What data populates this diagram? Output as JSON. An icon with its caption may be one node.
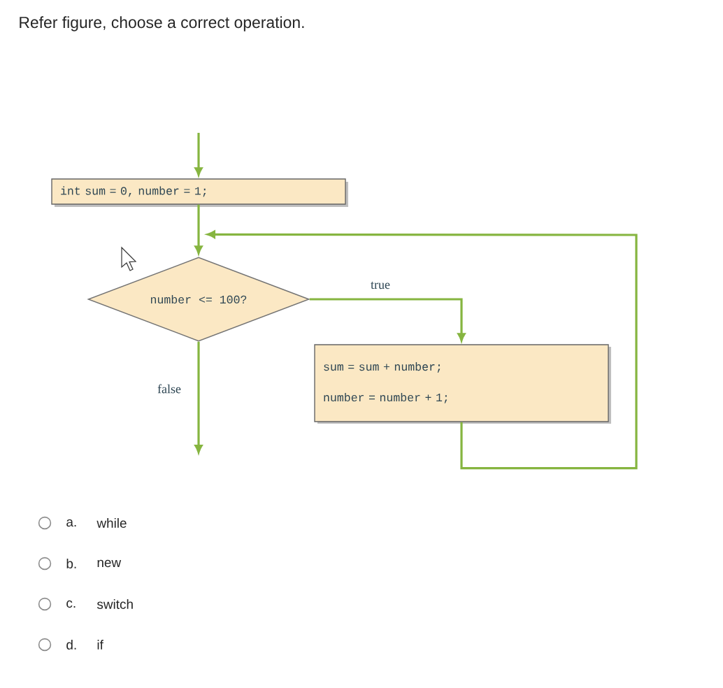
{
  "diagram": {
    "title": "Refer figure, choose a correct operation.",
    "nodes": [
      {
        "text": [
          "int sum = 0, number = 1;"
        ]
      },
      {
        "text": [
          "number <= 100?"
        ]
      },
      {
        "text": [
          "sum = sum + number;",
          "number = number + 1;"
        ]
      }
    ],
    "edges": [
      {
        "from": null,
        "to": 0,
        "arrow": "to"
      },
      {
        "from": 0,
        "to": 1,
        "arrow": "to"
      },
      {
        "from": 1,
        "to": 2,
        "arrow": "to",
        "label": "true"
      },
      {
        "from": 2,
        "to": 1,
        "arrow": "to"
      },
      {
        "from": 1,
        "to": null,
        "arrow": "to",
        "label": "false"
      }
    ],
    "labels": [
      "a.",
      "while",
      "b.",
      "new",
      "c.",
      "switch",
      "d.",
      "if"
    ]
  }
}
